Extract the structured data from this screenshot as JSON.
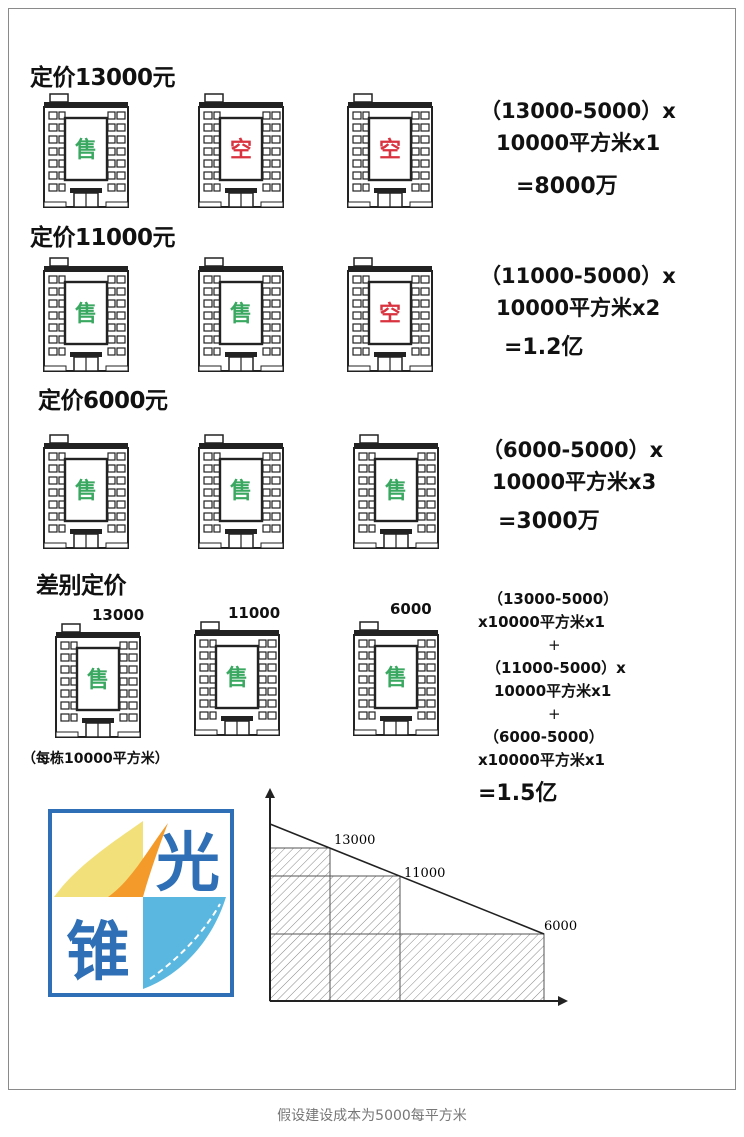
{
  "sections": [
    {
      "title": "定价13000元",
      "signs": [
        "售",
        "空",
        "空"
      ],
      "calc": {
        "line1": "（13000-5000）x",
        "line2": "10000平方米x1",
        "result": "=8000万"
      }
    },
    {
      "title": "定价11000元",
      "signs": [
        "售",
        "售",
        "空"
      ],
      "calc": {
        "line1": "（11000-5000）x",
        "line2": "10000平方米x2",
        "result": "=1.2亿"
      }
    },
    {
      "title": "定价6000元",
      "signs": [
        "售",
        "售",
        "售"
      ],
      "calc": {
        "line1": "（6000-5000）x",
        "line2": "10000平方米x3",
        "result": "=3000万"
      }
    }
  ],
  "diff": {
    "title": "差别定价",
    "prices": [
      "13000",
      "11000",
      "6000"
    ],
    "signs": [
      "售",
      "售",
      "售"
    ],
    "note": "（每栋10000平方米）",
    "lines": [
      "（13000-5000）",
      "x10000平方米x1",
      "+",
      "（11000-5000）x",
      "10000平方米x1",
      "+",
      "（6000-5000）",
      "x10000平方米x1"
    ],
    "result": "=1.5亿"
  },
  "logo": {
    "char1": "光",
    "char2": "锥"
  },
  "graph": {
    "labels": [
      "13000",
      "11000",
      "6000"
    ]
  },
  "caption": "假设建设成本为5000每平方米",
  "colors": {
    "sold": "#3aa860",
    "empty": "#d9333f",
    "logo_blue": "#2f6fb5",
    "logo_orange": "#f39a2b",
    "logo_yellow": "#f2e07a",
    "logo_sky": "#5ab7e0"
  }
}
